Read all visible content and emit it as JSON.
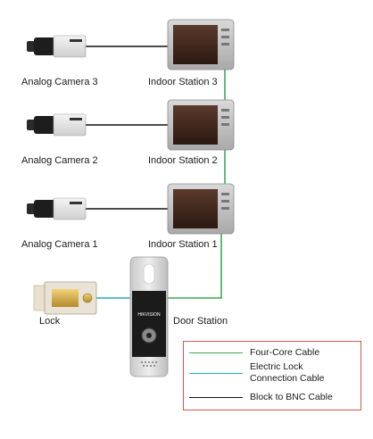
{
  "colors": {
    "four_core": "#3daa55",
    "electric_lock": "#2aa7c4",
    "bnc": "#111111",
    "legend_border": "#d9534f"
  },
  "cameras": [
    {
      "label": "Analog Camera 3"
    },
    {
      "label": "Analog Camera 2"
    },
    {
      "label": "Analog Camera 1"
    }
  ],
  "stations": [
    {
      "label": "Indoor Station 3"
    },
    {
      "label": "Indoor Station 2"
    },
    {
      "label": "Indoor Station 1"
    }
  ],
  "lock": {
    "label": "Lock"
  },
  "door_station": {
    "label": "Door Station",
    "brand": "HIKVISION"
  },
  "legend": {
    "four_core": "Four-Core Cable",
    "electric_lock_1": "Electric Lock",
    "electric_lock_2": "Connection Cable",
    "bnc": "Block to BNC Cable"
  }
}
